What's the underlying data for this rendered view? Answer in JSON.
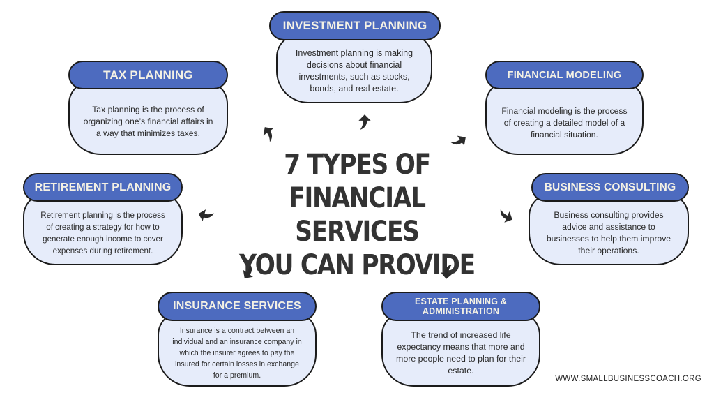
{
  "title": {
    "line1": "7 TYPES OF",
    "line2": "FINANCIAL SERVICES",
    "line3": "YOU CAN PROVIDE"
  },
  "colors": {
    "header_fill": "#4d6bbf",
    "header_text": "#f4f1e4",
    "body_fill": "#e6ecfa",
    "outline": "#1b1b1b",
    "title_text": "#333333",
    "arrow": "#2b2b2b"
  },
  "cards": {
    "investment": {
      "heading": "INVESTMENT PLANNING",
      "text": "Investment planning is making decisions about financial investments, such as stocks, bonds, and real estate."
    },
    "tax": {
      "heading": "TAX PLANNING",
      "text": "Tax planning is the process of organizing one’s financial affairs in a way that minimizes taxes."
    },
    "modeling": {
      "heading": "FINANCIAL MODELING",
      "text": "Financial modeling is the process of creating a detailed model of a financial situation."
    },
    "retirement": {
      "heading": "RETIREMENT PLANNING",
      "text": "Retirement planning is the process of creating a strategy for how to generate enough income to cover expenses during retirement."
    },
    "consulting": {
      "heading": "BUSINESS CONSULTING",
      "text": "Business consulting provides advice and assistance to businesses to help them improve their operations."
    },
    "insurance": {
      "heading": "INSURANCE SERVICES",
      "text": "Insurance is a contract between an individual and an insurance company in which the insurer agrees to pay the insured for certain losses in exchange for a premium."
    },
    "estate": {
      "heading": "ESTATE PLANNING & ADMINISTRATION",
      "text": "The trend of increased life expectancy means that more and more people need to plan for their estate."
    }
  },
  "arrows": [
    {
      "name": "arrow-to-tax",
      "direction": "up-left"
    },
    {
      "name": "arrow-to-investment",
      "direction": "up"
    },
    {
      "name": "arrow-to-modeling",
      "direction": "up-right"
    },
    {
      "name": "arrow-to-consulting",
      "direction": "right"
    },
    {
      "name": "arrow-to-estate",
      "direction": "down"
    },
    {
      "name": "arrow-to-insurance",
      "direction": "down-left"
    },
    {
      "name": "arrow-to-retirement",
      "direction": "left"
    }
  ],
  "footer": {
    "website": "WWW.SMALLBUSINESSCOACH.ORG"
  }
}
